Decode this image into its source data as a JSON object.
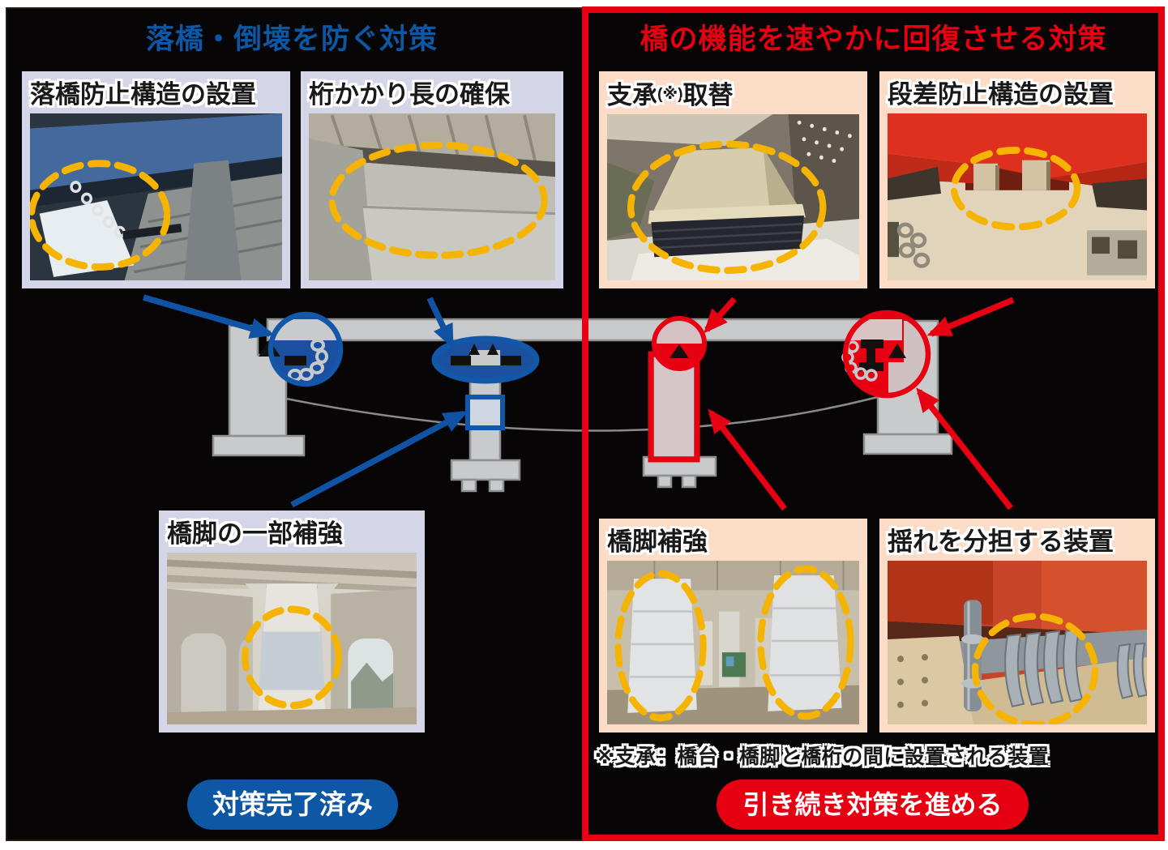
{
  "colors": {
    "prevent_accent": "#0d57a5",
    "restore_accent": "#e60012",
    "highlight_yellow": "#f6b402",
    "left_card_bg": "#d4d6e8",
    "right_card_bg": "#fbdcc6"
  },
  "left_section": {
    "title": "落橋・倒壊を防ぐ対策",
    "cards": [
      {
        "label": "落橋防止構造の設置"
      },
      {
        "label": "桁かかり長の確保"
      },
      {
        "label": "橋脚の一部補強"
      }
    ],
    "badge": "対策完了済み"
  },
  "right_section": {
    "title": "橋の機能を速やかに回復させる対策",
    "cards": [
      {
        "label_pre": "支承",
        "label_sup": "(※)",
        "label_post": "取替"
      },
      {
        "label": "段差防止構造の設置"
      },
      {
        "label": "橋脚補強"
      },
      {
        "label": "揺れを分担する装置"
      }
    ],
    "footnote": "※支承：橋台・橋脚と橋桁の間に設置される装置",
    "badge": "引き続き対策を進める"
  }
}
